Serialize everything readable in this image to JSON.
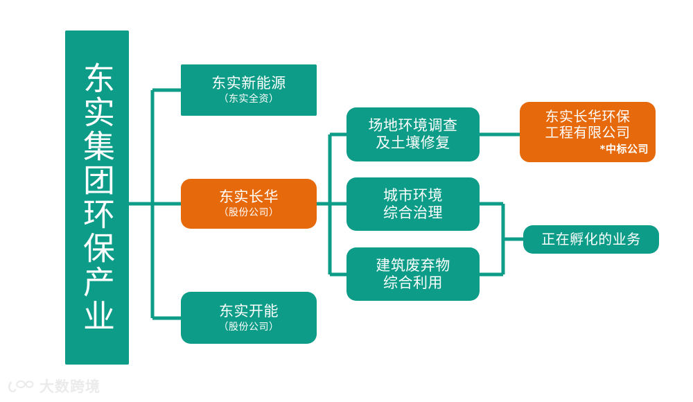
{
  "colors": {
    "green": "#0D9C88",
    "orange": "#E66A0C",
    "background": "#FFFFFF",
    "node_text": "#FFFFFF",
    "watermark_text": "#EBEBEB"
  },
  "root": {
    "label": "东实集团环保产业",
    "color": "green",
    "orientation": "vertical"
  },
  "level2": [
    {
      "id": "xinnengyuan",
      "title": "东实新能源",
      "subtitle": "（东实全资）",
      "color": "green"
    },
    {
      "id": "changhua",
      "title": "东实长华",
      "subtitle": "（股份公司）",
      "color": "orange"
    },
    {
      "id": "kaineng",
      "title": "东实开能",
      "subtitle": "（股份公司）",
      "color": "green"
    }
  ],
  "level3": [
    {
      "id": "changdi",
      "title": "场地环境调查\n及土壤修复",
      "color": "green"
    },
    {
      "id": "chengshi",
      "title": "城市环境\n综合治理",
      "color": "green"
    },
    {
      "id": "jianzhu",
      "title": "建筑废弃物\n综合利用",
      "color": "green"
    }
  ],
  "level4": [
    {
      "id": "gongcheng",
      "title": "东实长华环保\n工程有限公司",
      "note": "*中标公司",
      "color": "orange"
    },
    {
      "id": "fuhua",
      "title": "正在孵化的业务",
      "color": "green"
    }
  ],
  "watermark": {
    "text": "大数跨境",
    "logo_icon": "brand-logo-icon"
  }
}
